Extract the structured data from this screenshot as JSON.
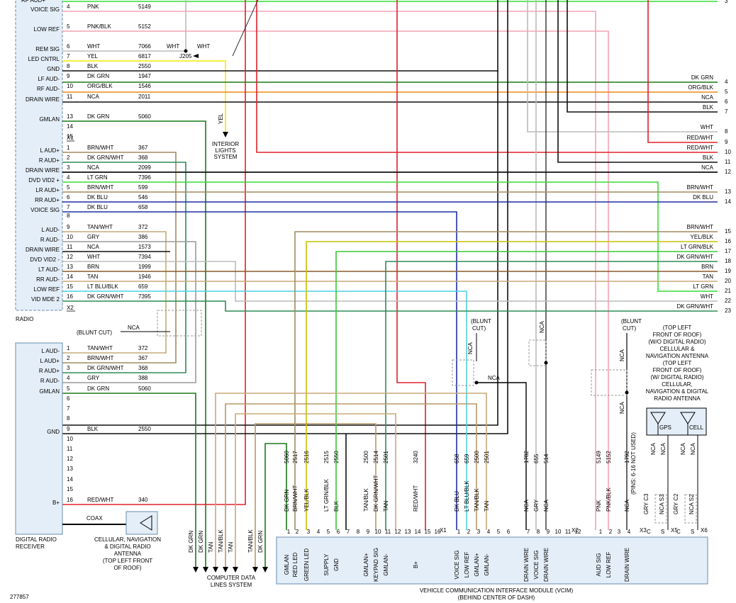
{
  "colors": {
    "PNK": "#f4a3b5",
    "PNK/BLK": "#f4a3b5",
    "WHT": "#bbbbbb",
    "YEL": "#f2ea00",
    "BLK": "#111111",
    "DK GRN": "#1a7a1a",
    "ORG/BLK": "#f08a1c",
    "NCA": "#111111",
    "BRN/WHT": "#a08a60",
    "DK GRN/WHT": "#2e8b57",
    "LT GRN": "#37dc37",
    "DK BLU": "#1f2fa0",
    "TAN/WHT": "#c4ac7c",
    "GRY": "#999999",
    "BRN": "#8b5a2b",
    "TAN": "#c8a878",
    "LT BLU/BLK": "#4fd0e0",
    "RED/WHT": "#e0202a",
    "YEL/BLK": "#c8c000",
    "LT GRN/BLK": "#37c837",
    "TAN/BLK": "#b89868",
    "GRY C": "#999999"
  },
  "radio": {
    "title": "RADIO",
    "partial_top": "RF AUD+",
    "connector1": "X1",
    "connector2": "X2",
    "pins_x1": [
      {
        "label": "VOICE SIG",
        "pin": "4",
        "color": "PNK",
        "circuit": "5149"
      },
      {
        "label": "LOW REF",
        "pin": "5",
        "color": "PNK/BLK",
        "circuit": "5152"
      },
      {
        "label": "REM SIG",
        "pin": "6",
        "color": "WHT",
        "circuit": "7066"
      },
      {
        "label": "LED CNTRL",
        "pin": "7",
        "color": "YEL",
        "circuit": "6817"
      },
      {
        "label": "GND",
        "pin": "8",
        "color": "BLK",
        "circuit": "2550"
      },
      {
        "label": "LF AUD-",
        "pin": "9",
        "color": "DK GRN",
        "circuit": "1947"
      },
      {
        "label": "RF AUD-",
        "pin": "10",
        "color": "ORG/BLK",
        "circuit": "1546"
      },
      {
        "label": "DRAIN WIRE",
        "pin": "11",
        "color": "NCA",
        "circuit": "2011"
      },
      {
        "label": "GMLAN",
        "pin": "13",
        "color": "DK GRN",
        "circuit": "5060"
      },
      {
        "label": "",
        "pin": "14",
        "color": "",
        "circuit": ""
      },
      {
        "label": "",
        "pin": "15",
        "color": "",
        "circuit": ""
      }
    ],
    "pins_x2": [
      {
        "label": "L AUD+",
        "pin": "1",
        "color": "BRN/WHT",
        "circuit": "367"
      },
      {
        "label": "R AUD+",
        "pin": "2",
        "color": "DK GRN/WHT",
        "circuit": "368"
      },
      {
        "label": "DRAIN WIRE",
        "pin": "3",
        "color": "NCA",
        "circuit": "2099"
      },
      {
        "label": "DVD VID2 +",
        "pin": "4",
        "color": "LT GRN",
        "circuit": "7396"
      },
      {
        "label": "LR AUD+",
        "pin": "5",
        "color": "BRN/WHT",
        "circuit": "599"
      },
      {
        "label": "RR AUD+",
        "pin": "6",
        "color": "DK BLU",
        "circuit": "546"
      },
      {
        "label": "VOICE SIG",
        "pin": "7",
        "color": "DK BLU",
        "circuit": "658"
      },
      {
        "label": "",
        "pin": "8",
        "color": "",
        "circuit": ""
      },
      {
        "label": "L AUD-",
        "pin": "9",
        "color": "TAN/WHT",
        "circuit": "372"
      },
      {
        "label": "R AUD-",
        "pin": "10",
        "color": "GRY",
        "circuit": "386"
      },
      {
        "label": "DRAIN WIRE",
        "pin": "11",
        "color": "NCA",
        "circuit": "1573"
      },
      {
        "label": "DVD VID2 -",
        "pin": "12",
        "color": "WHT",
        "circuit": "7394"
      },
      {
        "label": "LT AUD-",
        "pin": "13",
        "color": "BRN",
        "circuit": "1999"
      },
      {
        "label": "RR AUD-",
        "pin": "14",
        "color": "TAN",
        "circuit": "1946"
      },
      {
        "label": "LOW REF",
        "pin": "15",
        "color": "LT BLU/BLK",
        "circuit": "659"
      },
      {
        "label": "VID MDE 2",
        "pin": "16",
        "color": "DK GRN/WHT",
        "circuit": "7395"
      }
    ]
  },
  "digital_radio": {
    "title_line1": "DIGITAL RADIO",
    "title_line2": "RECEIVER",
    "pins": [
      {
        "label": "L AUD-",
        "pin": "1",
        "color": "TAN/WHT",
        "circuit": "372"
      },
      {
        "label": "L AUD+",
        "pin": "2",
        "color": "BRN/WHT",
        "circuit": "367"
      },
      {
        "label": "R AUD+",
        "pin": "3",
        "color": "DK GRN/WHT",
        "circuit": "368"
      },
      {
        "label": "R AUD-",
        "pin": "4",
        "color": "GRY",
        "circuit": "388"
      },
      {
        "label": "GMLAN",
        "pin": "5",
        "color": "DK GRN",
        "circuit": "5060"
      },
      {
        "label": "",
        "pin": "6",
        "color": "",
        "circuit": ""
      },
      {
        "label": "",
        "pin": "7",
        "color": "",
        "circuit": ""
      },
      {
        "label": "",
        "pin": "8",
        "color": "",
        "circuit": ""
      },
      {
        "label": "GND",
        "pin": "9",
        "color": "BLK",
        "circuit": "2550"
      },
      {
        "label": "",
        "pin": "10",
        "color": "",
        "circuit": ""
      },
      {
        "label": "",
        "pin": "11",
        "color": "",
        "circuit": ""
      },
      {
        "label": "",
        "pin": "12",
        "color": "",
        "circuit": ""
      },
      {
        "label": "",
        "pin": "13",
        "color": "",
        "circuit": ""
      },
      {
        "label": "",
        "pin": "14",
        "color": "",
        "circuit": ""
      },
      {
        "label": "",
        "pin": "15",
        "color": "",
        "circuit": ""
      },
      {
        "label": "B+",
        "pin": "16",
        "color": "RED/WHT",
        "circuit": "340"
      }
    ],
    "coax": "COAX",
    "antenna_caption": [
      "CELLULAR, NAVIGATION",
      "& DIGITAL RADIO",
      "ANTENNA",
      "(TOP LEFT FRONT",
      "OF ROOF)"
    ]
  },
  "right_terminals": [
    {
      "num": "3",
      "color": ""
    },
    {
      "num": "4",
      "color": "DK GRN"
    },
    {
      "num": "5",
      "color": "ORG/BLK"
    },
    {
      "num": "6",
      "color": "NCA"
    },
    {
      "num": "7",
      "color": "BLK"
    },
    {
      "num": "8",
      "color": "WHT"
    },
    {
      "num": "9",
      "color": "RED/WHT"
    },
    {
      "num": "10",
      "color": "RED/WHT"
    },
    {
      "num": "11",
      "color": "BLK"
    },
    {
      "num": "12",
      "color": "NCA"
    },
    {
      "num": "13",
      "color": "BRN/WHT"
    },
    {
      "num": "14",
      "color": "DK BLU"
    },
    {
      "num": "15",
      "color": "BRN/WHT"
    },
    {
      "num": "16",
      "color": "YEL/BLK"
    },
    {
      "num": "17",
      "color": "LT GRN/BLK"
    },
    {
      "num": "18",
      "color": "DK GRN/WHT"
    },
    {
      "num": "19",
      "color": "BRN"
    },
    {
      "num": "20",
      "color": "TAN"
    },
    {
      "num": "21",
      "color": "LT GRN"
    },
    {
      "num": "22",
      "color": "WHT"
    },
    {
      "num": "23",
      "color": "DK GRN/WHT"
    }
  ],
  "splice": {
    "name": "J205",
    "wht_left": "WHT",
    "wht_right": "WHT"
  },
  "yel_label": "YEL",
  "interior_lights": [
    "INTERIOR",
    "LIGHTS",
    "SYSTEM"
  ],
  "blunt_cut": "(BLUNT CUT)",
  "blunt_cut_lines": [
    "(BLUNT",
    "CUT)"
  ],
  "nca": "NCA",
  "vcim": {
    "title": "VEHICLE COMMUNICATION INTERFACE MODULE (VCIM)",
    "subtitle": "(BEHIND CENTER OF DASH)",
    "pins": [
      {
        "pin": "1",
        "func": "GMLAN",
        "color": "DK GRN",
        "circuit": "5060"
      },
      {
        "pin": "2",
        "func": "RED LED",
        "color": "BRN/WHT",
        "circuit": "2517"
      },
      {
        "pin": "3",
        "func": "GREEN LED",
        "color": "YEL/BLK",
        "circuit": "2516"
      },
      {
        "pin": "4",
        "func": "",
        "color": "",
        "circuit": ""
      },
      {
        "pin": "5",
        "func": "SUPPLY",
        "color": "LT GRN/BLK",
        "circuit": "2515"
      },
      {
        "pin": "6",
        "func": "GND",
        "color": "BLK",
        "circuit": "2550"
      },
      {
        "pin": "7",
        "func": "",
        "color": "",
        "circuit": ""
      },
      {
        "pin": "8",
        "func": "",
        "color": "",
        "circuit": ""
      },
      {
        "pin": "9",
        "func": "GMLAN+",
        "color": "TAN/BLK",
        "circuit": "2500"
      },
      {
        "pin": "10",
        "func": "KEYPAD SIG",
        "color": "DK GRN/WHT",
        "circuit": "2514"
      },
      {
        "pin": "11",
        "func": "GMLAN-",
        "color": "TAN",
        "circuit": "2501"
      },
      {
        "pin": "12",
        "func": "",
        "color": "",
        "circuit": ""
      },
      {
        "pin": "13",
        "func": "",
        "color": "",
        "circuit": ""
      },
      {
        "pin": "14",
        "func": "B+",
        "color": "RED/WHT",
        "circuit": "3240"
      },
      {
        "pin": "15",
        "func": "",
        "color": "",
        "circuit": ""
      },
      {
        "pin": "16",
        "func": "",
        "color": "",
        "circuit": ""
      },
      {
        "pin": "1",
        "func": "VOICE SIG",
        "color": "DK BLU",
        "circuit": "658"
      },
      {
        "pin": "2",
        "func": "LOW REF",
        "color": "LT BLU/BLK",
        "circuit": "659"
      },
      {
        "pin": "3",
        "func": "GMLAN+",
        "color": "TAN/BLK",
        "circuit": "2500"
      },
      {
        "pin": "4",
        "func": "GMLAN-",
        "color": "TAN",
        "circuit": "2501"
      },
      {
        "pin": "5",
        "func": "",
        "color": "",
        "circuit": ""
      },
      {
        "pin": "6",
        "func": "",
        "color": "",
        "circuit": ""
      },
      {
        "pin": "7",
        "func": "DRAIN WIRE",
        "color": "NCA",
        "circuit": "1782"
      },
      {
        "pin": "8",
        "func": "VOICE SIG",
        "color": "GRY",
        "circuit": "655"
      },
      {
        "pin": "9",
        "func": "DRAIN WIRE",
        "color": "NCA",
        "circuit": "514"
      },
      {
        "pin": "10",
        "func": "",
        "color": "",
        "circuit": ""
      },
      {
        "pin": "11",
        "func": "",
        "color": "",
        "circuit": ""
      },
      {
        "pin": "12",
        "func": "",
        "color": "",
        "circuit": ""
      },
      {
        "pin": "1",
        "func": "AUD SIG",
        "color": "PNK",
        "circuit": "5149"
      },
      {
        "pin": "2",
        "func": "LOW REF",
        "color": "PNK/BLK",
        "circuit": "5152"
      },
      {
        "pin": "3",
        "func": "",
        "color": "",
        "circuit": ""
      },
      {
        "pin": "4",
        "func": "DRAIN WIRE",
        "color": "NCA",
        "circuit": "1792"
      }
    ],
    "connectors": [
      "X1",
      "X2",
      "X3",
      "X5",
      "X6"
    ],
    "pins_note": "(PINS: 6-16 NOT USED)",
    "x5": [
      {
        "pin": "C",
        "color": "GRY C3"
      },
      {
        "pin": "S",
        "color": "NCA S3"
      }
    ],
    "x6": [
      {
        "pin": "C",
        "color": "GRY C2"
      },
      {
        "pin": "S",
        "color": "NCA S2"
      }
    ]
  },
  "antenna_top": {
    "caption": [
      "(TOP LEFT",
      "FRONT OF ROOF)",
      "(W/O DIGITAL RADIO)",
      "CELLULAR &",
      "NAVIGATION ANTENNA",
      "(TOP LEFT",
      "FRONT OF ROOF)",
      "(W/ DIGITAL RADIO)",
      "CELLULAR,",
      "NAVIGATION & DIGITAL",
      "RADIO ANTENNA"
    ],
    "gps": "GPS",
    "cell": "CELL",
    "nca_vertical": [
      "NCA",
      "NCA",
      "NCA",
      "NCA"
    ]
  },
  "computer_data": [
    "COMPUTER DATA",
    "LINES SYSTEM"
  ],
  "bottom_wires": [
    "DK GRN",
    "DK GRN",
    "TAN",
    "TAN/BLK",
    "TAN",
    "TAN/BLK",
    "DK GRN"
  ],
  "doc_number": "277857"
}
